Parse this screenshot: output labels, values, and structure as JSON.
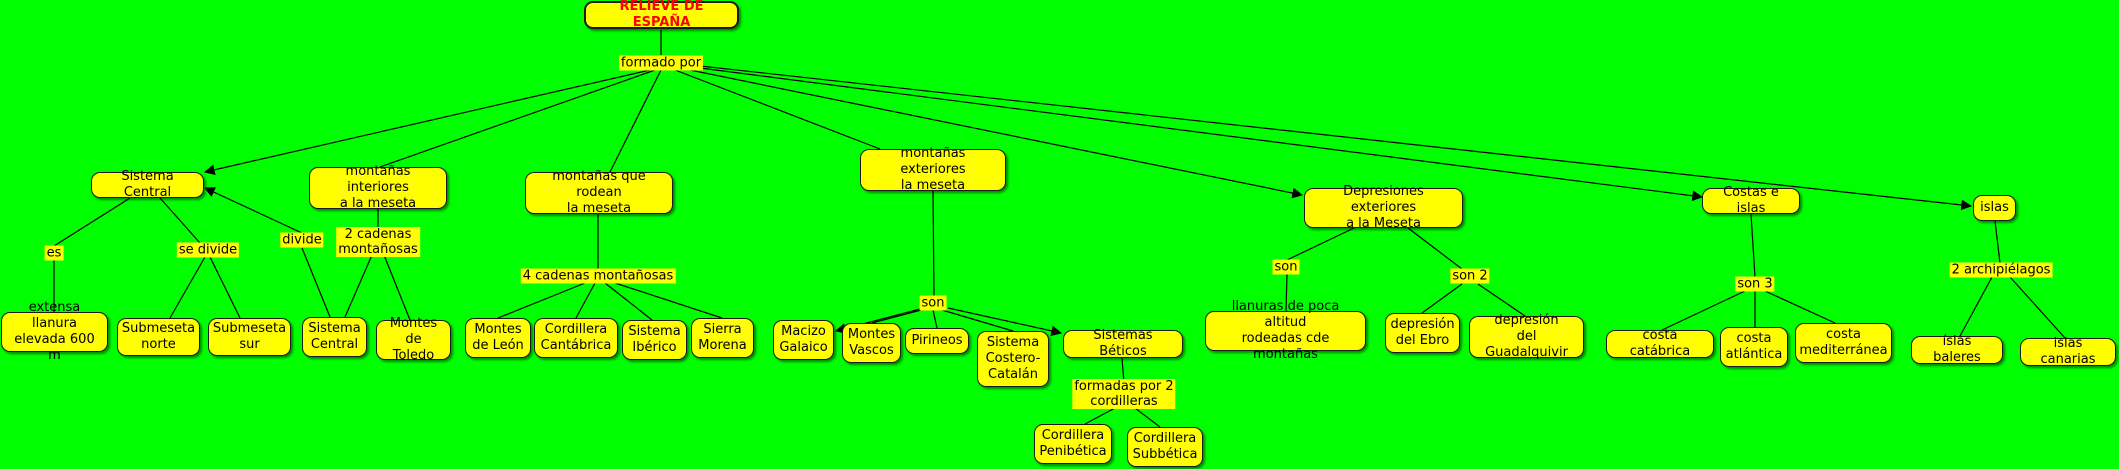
{
  "colors": {
    "background": "#00ff00",
    "node_fill": "#ffff00",
    "root_text": "#ff0000",
    "line": "#000000"
  },
  "concept_map": {
    "root": "RELIEVE DE ESPAÑA",
    "phrases": {
      "formado_por": "formado por",
      "es": "es",
      "se_divide": "se divide",
      "divide": "divide",
      "dos_cadenas": "2 cadenas\nmontañosas",
      "cuatro_cadenas": "4 cadenas montañosas",
      "son": "son",
      "formadas_por": "formadas por 2\ncordilleras",
      "son_depresiones": "son",
      "son_2": "son 2",
      "son_3": "son 3",
      "dos_archipielagos": "2 archipiélagos"
    },
    "concepts": {
      "sistema_central": "Sistema Central",
      "montanas_interiores": "montañas interiores\na la meseta",
      "montanas_rodean": "montañas que rodean\nla meseta",
      "montanas_exteriores": "montañas exteriores\nla meseta",
      "depresiones": "Depresiones exteriores\na la Meseta",
      "costas_islas": "Costas e islas",
      "islas": "islas",
      "extensa_llanura": "extensa llanura\nelevada 600 m",
      "submeseta_norte": "Submeseta\nnorte",
      "submeseta_sur": "Submeseta\nsur",
      "sistema_central_2": "Sistema\nCentral",
      "montes_toledo": "Montes\nde Toledo",
      "montes_leon": "Montes\nde León",
      "cordillera_cantabrica": "Cordillera\nCantábrica",
      "sistema_iberico": "Sistema\nIbérico",
      "sierra_morena": "Sierra\nMorena",
      "macizo_galaico": "Macizo\nGalaico",
      "montes_vascos": "Montes\nVascos",
      "pirineos": "Pirineos",
      "sistema_costero": "Sistema\nCostero-\nCatalán",
      "sistemas_beticos": "Sistemas Béticos",
      "cordillera_penibetica": "Cordillera\nPenibética",
      "cordillera_subbetica": "Cordillera\nSubbética",
      "llanuras": "llanuras de poca altitud\nrodeadas cde montañas",
      "depresion_ebro": "depresión\ndel Ebro",
      "depresion_guadalquivir": "depresión\ndel Guadalquivir",
      "costa_catabrica": "costa catábrica",
      "costa_atlantica": "costa\natlántica",
      "costa_mediterranea": "costa\nmediterránea",
      "islas_baleres": "íslas baleres",
      "islas_canarias": "islas canarias"
    }
  }
}
